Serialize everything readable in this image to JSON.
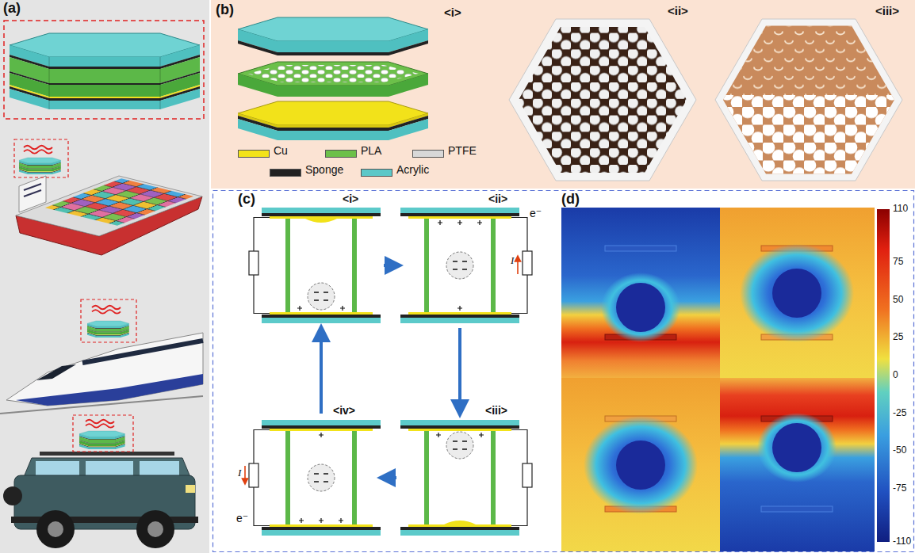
{
  "diagram": {
    "labels": [
      "(a)",
      "(b)",
      "<i>",
      "<ii>",
      "<iii>",
      "(c)",
      "<i>",
      "<ii>",
      "<iii>",
      "<iv>",
      "e⁻",
      "I",
      "I",
      "e⁻",
      "(d)",
      "110",
      "75",
      "50",
      "25",
      "0",
      "-25",
      "-50",
      "-75",
      "-110"
    ],
    "legend": [
      {
        "text": "Cu",
        "color": "#f3e31a"
      },
      {
        "text": "PLA",
        "color": "#6cc04a"
      },
      {
        "text": "PTFE",
        "color": "#d8d8d8"
      },
      {
        "text": "Sponge",
        "color": "#222222"
      },
      {
        "text": "Acrylic",
        "color": "#5cc8c8"
      }
    ]
  }
}
